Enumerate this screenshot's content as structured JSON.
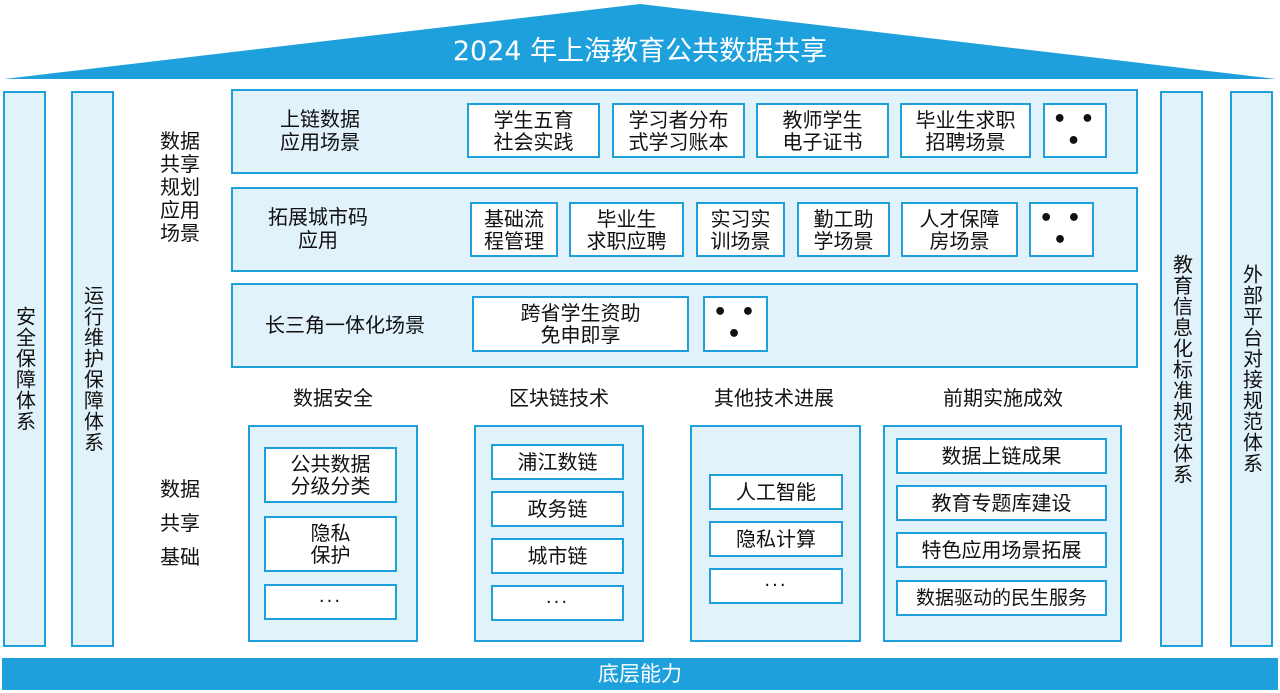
{
  "colors": {
    "accent": "#1ea0dc",
    "panel_fill": "#e2f2fb",
    "box_fill": "#ffffff"
  },
  "roof": {
    "title": "2024 年上海教育公共数据共享"
  },
  "pillars": {
    "security": "安全保障体系",
    "operation": "运行维护保障体系",
    "standards": "教育信息化标准规范体系",
    "external": "外部平台对接规范体系"
  },
  "categories": {
    "scenarios": "数据\n共享\n规划\n应用\n场景",
    "foundation": "数据\n共享\n基础"
  },
  "rows": {
    "chain": {
      "label": "上链数据\n应用场景",
      "items": [
        "学生五育\n社会实践",
        "学习者分布\n式学习账本",
        "教师学生\n电子证书",
        "毕业生求职\n招聘场景"
      ],
      "more": "• • •"
    },
    "city": {
      "label": "拓展城市码\n应用",
      "items": [
        "基础流\n程管理",
        "毕业生\n求职应聘",
        "实习实\n训场景",
        "勤工助\n学场景",
        "人才保障\n房场景"
      ],
      "more": "• • •"
    },
    "yrd": {
      "label": "长三角一体化场景",
      "items": [
        "跨省学生资助\n免申即享"
      ],
      "more": "• • •"
    }
  },
  "foundation": {
    "security": {
      "title": "数据安全",
      "items": [
        "公共数据\n分级分类",
        "隐私\n保护"
      ],
      "more": "···"
    },
    "blockchain": {
      "title": "区块链技术",
      "items": [
        "浦江数链",
        "政务链",
        "城市链"
      ],
      "more": "···"
    },
    "other_tech": {
      "title": "其他技术进展",
      "items": [
        "人工智能",
        "隐私计算"
      ],
      "more": "···"
    },
    "results": {
      "title": "前期实施成效",
      "items": [
        "数据上链成果",
        "教育专题库建设",
        "特色应用场景拓展",
        "数据驱动的民生服务"
      ]
    }
  },
  "base": {
    "label": "底层能力"
  }
}
